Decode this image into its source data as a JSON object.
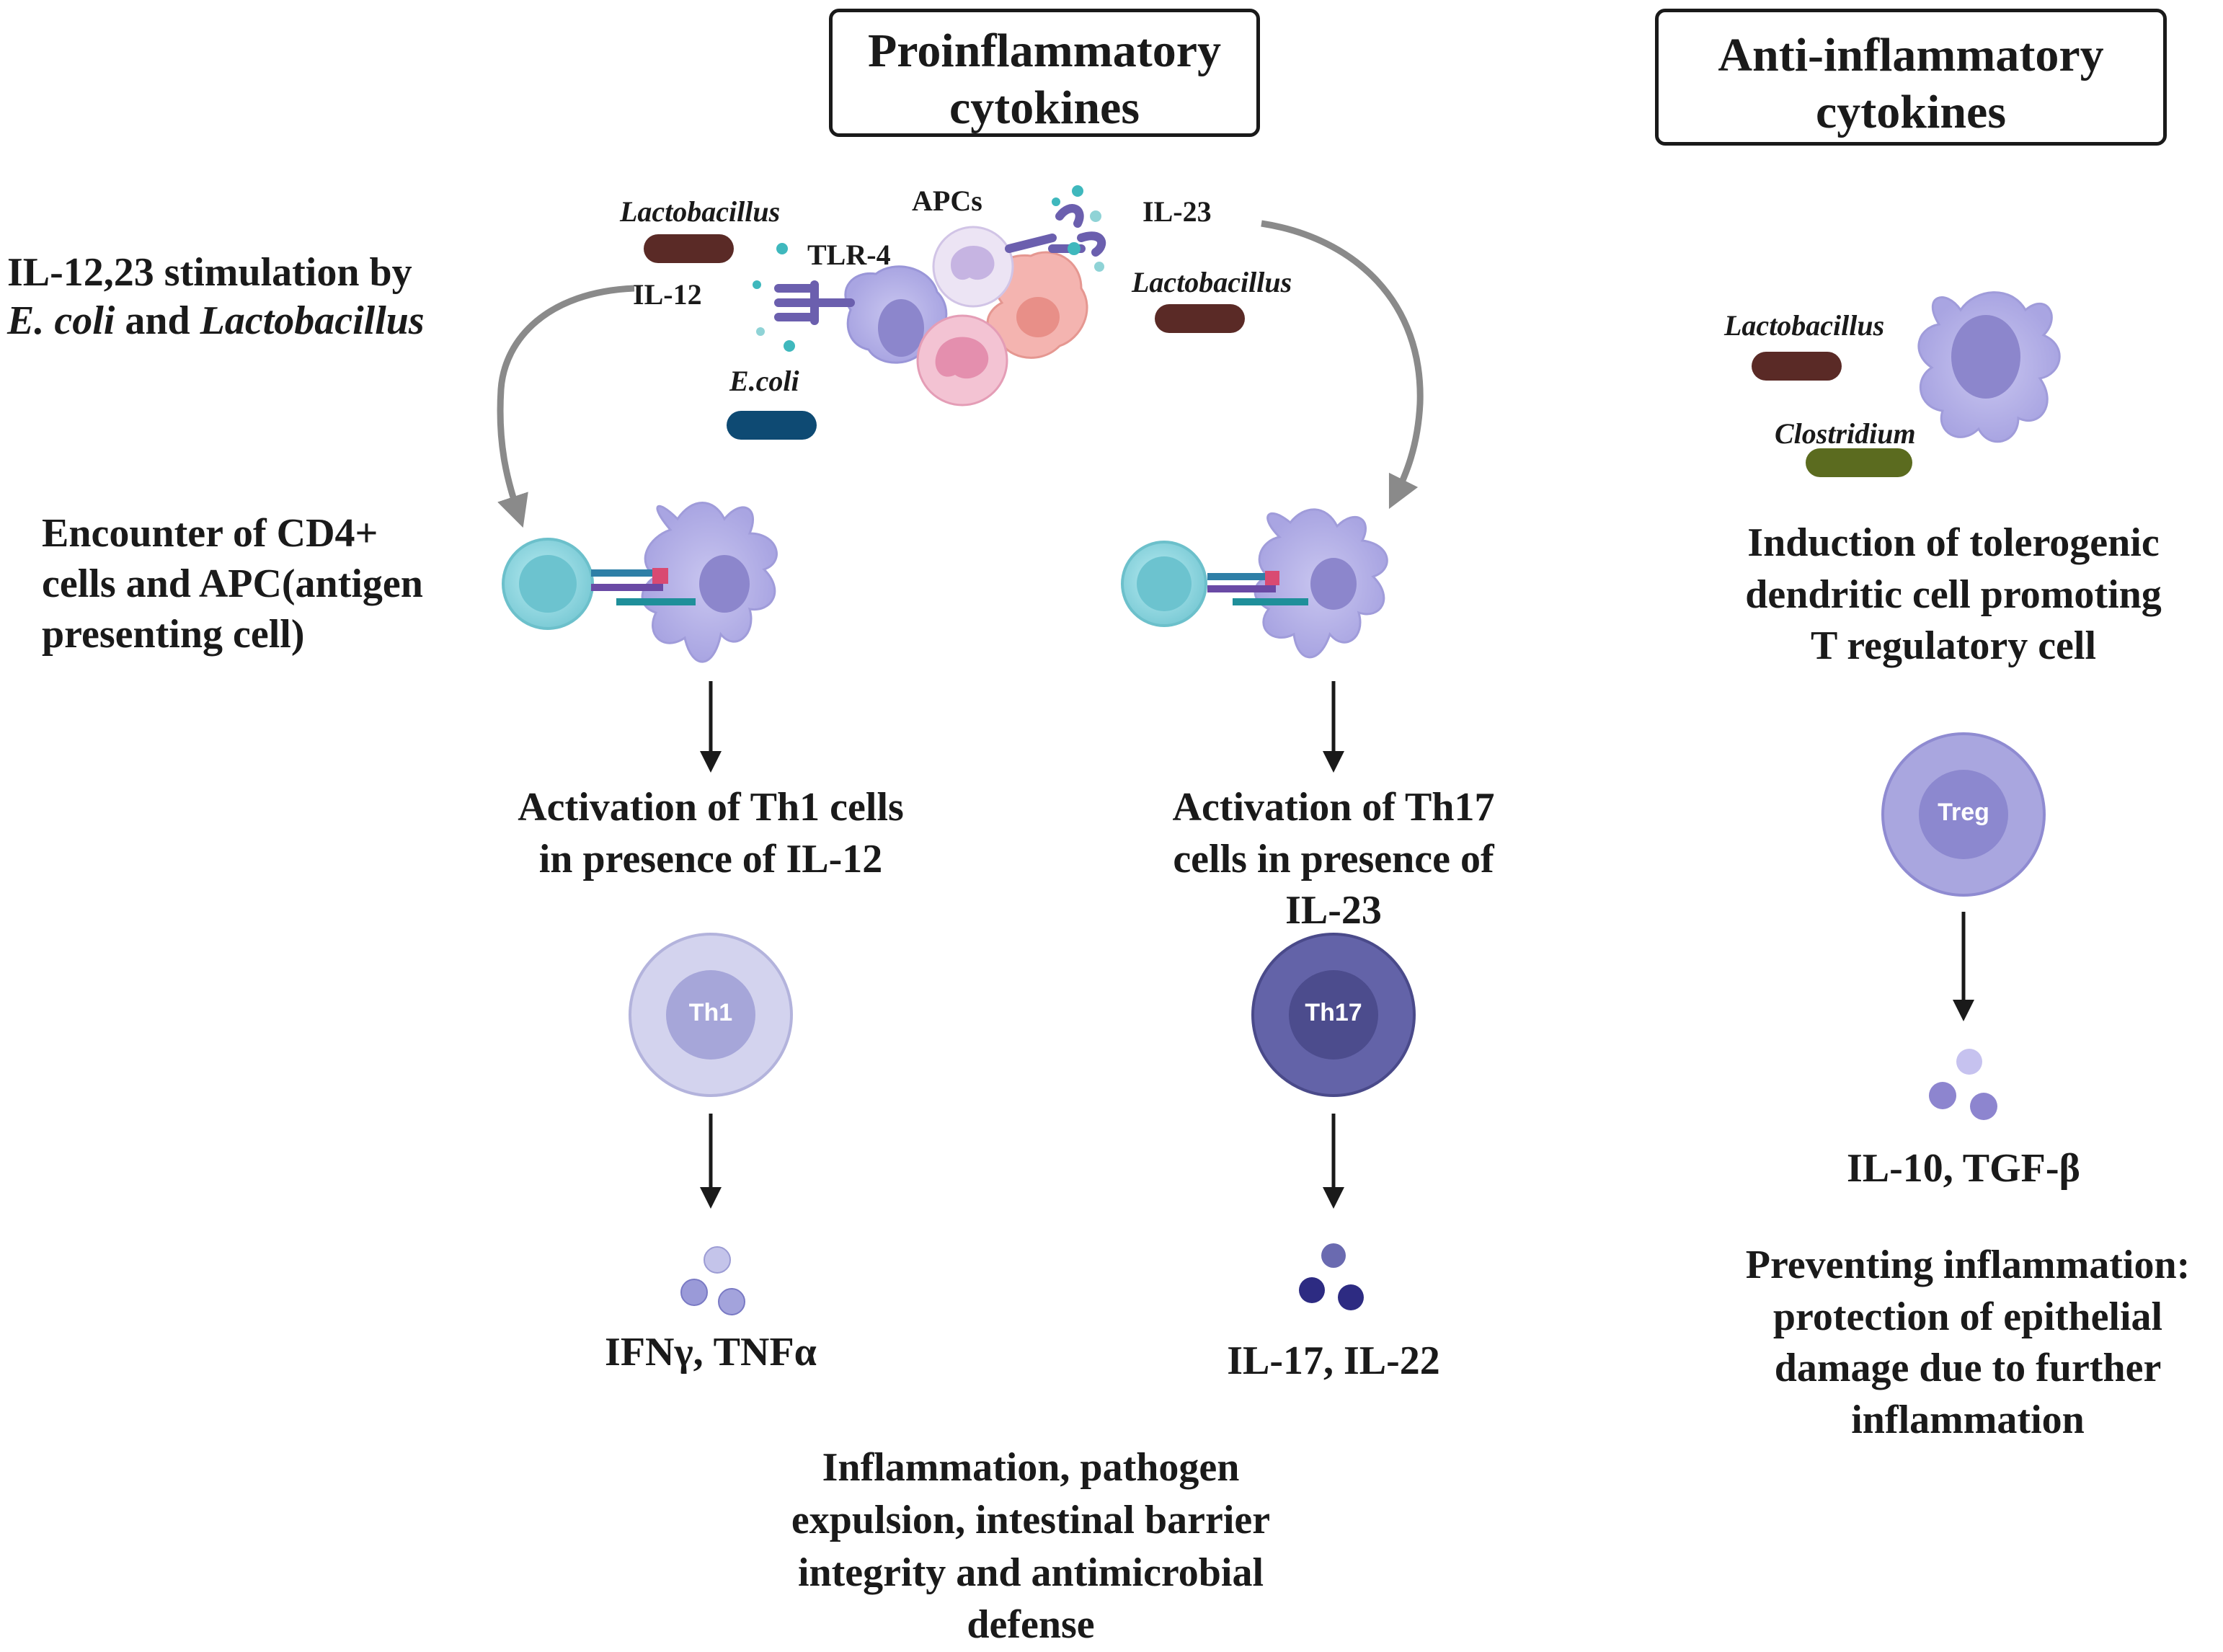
{
  "headers": {
    "proinflammatory": [
      "Proinflammatory",
      "cytokines"
    ],
    "anti_inflammatory": [
      "Anti-inflammatory",
      "cytokines"
    ]
  },
  "top_panel": {
    "stimulation_title": {
      "line1": "IL-12,23 stimulation by",
      "line2_a": "E. coli",
      "line2_b": " and ",
      "line2_c": "Lactobacillus"
    },
    "labels": {
      "lactobacillus_left": "Lactobacillus",
      "apcs": "APCs",
      "il23": "IL-23",
      "tlr4": "TLR-4",
      "il12": "IL-12",
      "lactobacillus_right": "Lactobacillus",
      "ecoli": "E.coli"
    }
  },
  "encounter_text": [
    "Encounter of CD4+",
    "cells and APC(antigen",
    "presenting cell)"
  ],
  "th1_branch": {
    "activation": [
      "Activation of Th1 cells",
      "in presence of IL-12"
    ],
    "cell_label": "Th1",
    "cytokines": "IFNγ, TNFα"
  },
  "th17_branch": {
    "activation": [
      "Activation of Th17",
      "cells in presence of",
      "IL-23"
    ],
    "cell_label": "Th17",
    "cytokines": "IL-17, IL-22"
  },
  "bottom_text": [
    "Inflammation,  pathogen",
    "expulsion, intestinal barrier",
    "integrity and antimicrobial",
    "defense"
  ],
  "anti_panel": {
    "lactobacillus": "Lactobacillus",
    "clostridium": "Clostridium",
    "induction": [
      "Induction of tolerogenic",
      "dendritic cell  promoting",
      "T regulatory cell"
    ],
    "treg_label": "Treg",
    "cytokines": "IL-10, TGF-β",
    "preventing": [
      "Preventing inflammation:",
      "protection of epithelial",
      "damage due to further",
      "inflammation"
    ]
  },
  "colors": {
    "lactobacillus": "#5a2a26",
    "ecoli": "#0e4a73",
    "clostridium": "#5b6b1f",
    "dendritic_cell": "#b5b2e6",
    "dendritic_nucleus": "#8c86cc",
    "t_cell": "#8fd3dc",
    "th1": "#d3d3ee",
    "th17": "#5f5fa3",
    "treg": "#a9a6df",
    "arrow_gray": "#8a8a8a",
    "arrow_black": "#1a1a1a"
  }
}
